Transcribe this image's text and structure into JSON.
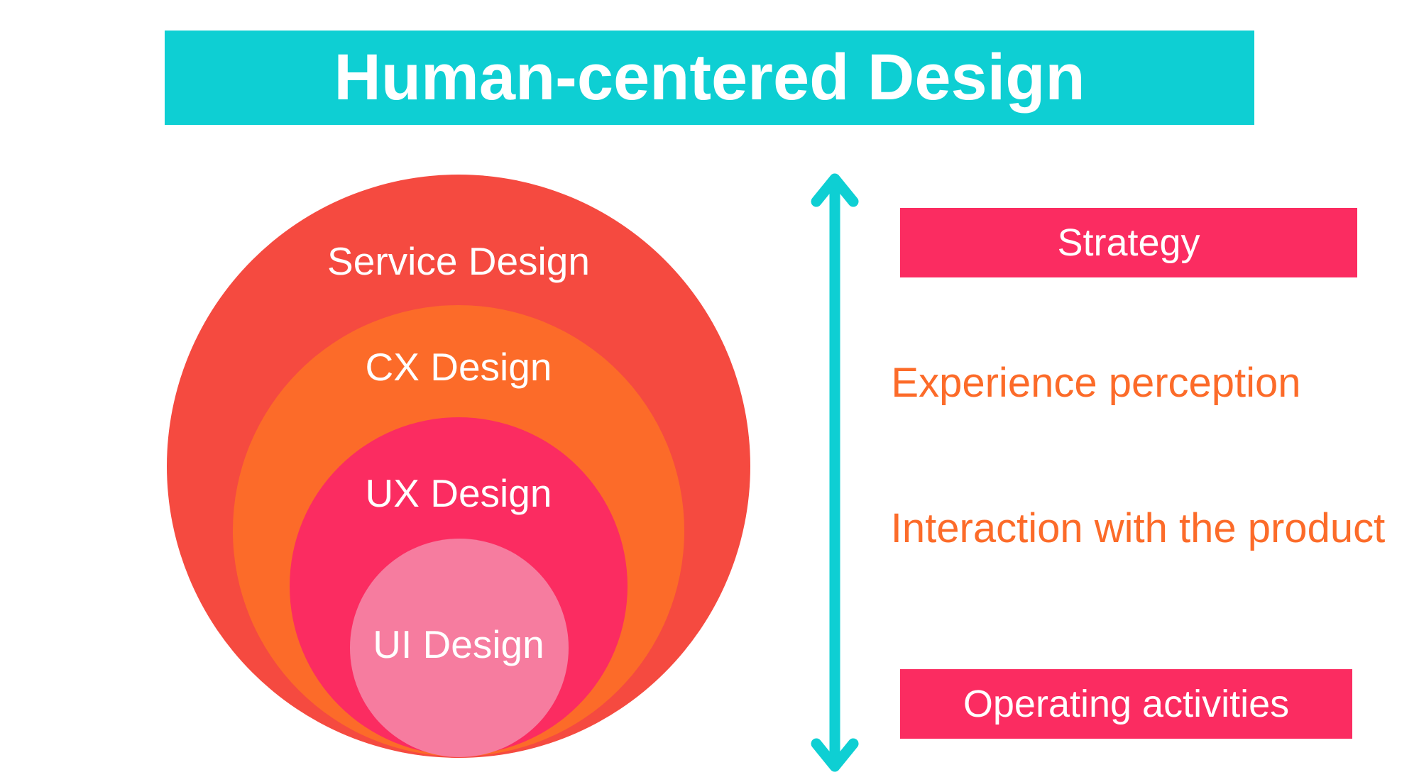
{
  "title": "Human-centered Design",
  "colors": {
    "teal": "#0ECFD3",
    "red": "#F54A40",
    "orange": "#FC6B29",
    "pink": "#FB2C61",
    "light_pink": "#F67C9F",
    "white": "#FFFFFF"
  },
  "venn": {
    "layers": [
      {
        "label": "Service Design",
        "color": "#F54A40"
      },
      {
        "label": "CX Design",
        "color": "#FC6B29"
      },
      {
        "label": "UX Design",
        "color": "#FB2C61"
      },
      {
        "label": "UI Design",
        "color": "#F67C9F"
      }
    ]
  },
  "scale": {
    "arrow_icon": "vertical-double-arrow"
  },
  "right_column": {
    "strategy_label": "Strategy",
    "experience_label": "Experience perception",
    "interaction_label": "Interaction with the product",
    "operating_label": "Operating activities"
  }
}
